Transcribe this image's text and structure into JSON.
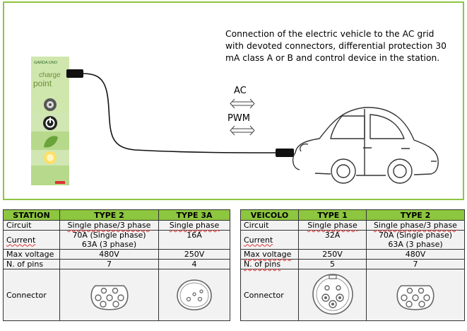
{
  "diagram": {
    "description": "Connection of the electric vehicle to the AC grid with devoted connectors, differential protection 30 mA class A or B and control device in the station.",
    "signal_ac": "AC",
    "signal_pwm": "PWM",
    "station_brand": "GARDA UNO",
    "station_title_1": "charge",
    "station_title_2": "point",
    "colors": {
      "accent": "#8dc63f",
      "header": "#8dc63f"
    },
    "icons": [
      "tire-icon",
      "power-icon",
      "leaf-icon",
      "bulb-icon",
      "car-icon",
      "double-arrow-icon"
    ]
  },
  "station_table": {
    "headers": [
      "STATION",
      "TYPE 2",
      "TYPE 3A"
    ],
    "rows": [
      {
        "label": "Circuit",
        "c1": "Single phase/3 phase",
        "c2": "Single phase"
      },
      {
        "label": "Current",
        "c1a": "70A (Single phase)",
        "c1b": "63A (3 phase)",
        "c2": "16A"
      },
      {
        "label": "Max voltage",
        "c1": "480V",
        "c2": "250V"
      },
      {
        "label": "N. of pins",
        "c1": "7",
        "c2": "4"
      },
      {
        "label": "Connector"
      }
    ]
  },
  "vehicle_table": {
    "headers": [
      "VEICOLO",
      "TYPE 1",
      "TYPE 2"
    ],
    "rows": [
      {
        "label": "Circuit",
        "c1": "Single phase",
        "c2": "Single phase/3 phase"
      },
      {
        "label": "Current",
        "c1": "32A",
        "c2a": "70A (Single phase)",
        "c2b": "63A (3 phase)"
      },
      {
        "label": "Max voltage",
        "c1": "250V",
        "c2": "480V"
      },
      {
        "label": "N. of pins",
        "c1": "5",
        "c2": "7"
      },
      {
        "label": "Connector"
      }
    ]
  }
}
